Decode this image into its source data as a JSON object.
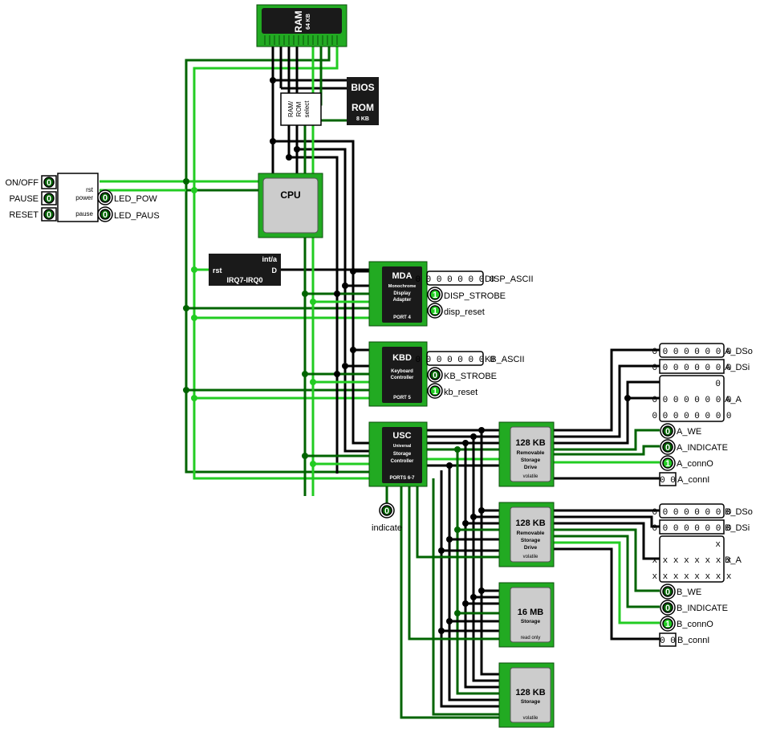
{
  "chips": {
    "ram": {
      "title": "RAM",
      "sub": "64 KB"
    },
    "bios": {
      "title": "BIOS"
    },
    "rom": {
      "title": "ROM",
      "sub": "8 KB"
    },
    "selector": {
      "l1": "RAM/",
      "l2": "ROM",
      "l3": "select"
    },
    "cpu": {
      "title": "CPU"
    },
    "irq": {
      "rst": "rst",
      "inta": "int/a",
      "d": "D",
      "title": "IRQ7-IRQ0"
    },
    "mda": {
      "title": "MDA",
      "l1": "Monochrome",
      "l2": "Display",
      "l3": "Adapter",
      "port": "PORT 4"
    },
    "kbd": {
      "title": "KBD",
      "l1": "Keyboard",
      "l2": "Controller",
      "port": "PORT 5"
    },
    "usc": {
      "title": "USC",
      "l1": "Universal",
      "l2": "Storage",
      "l3": "Controller",
      "port": "PORTS 6-7"
    },
    "driveA": {
      "title": "128 KB",
      "l1": "Removable",
      "l2": "Storage",
      "l3": "Drive",
      "foot": "volatile"
    },
    "driveB": {
      "title": "128 KB",
      "l1": "Removable",
      "l2": "Storage",
      "l3": "Drive",
      "foot": "volatile"
    },
    "disk16": {
      "title": "16 MB",
      "l1": "Storage",
      "foot": "read only"
    },
    "disk128": {
      "title": "128 KB",
      "l1": "Storage",
      "foot": "volatile"
    }
  },
  "power_ctrl": {
    "rst": "rst",
    "power": "power",
    "pause": "pause"
  },
  "inputs": [
    {
      "label": "ON/OFF",
      "value": "0"
    },
    {
      "label": "PAUSE",
      "value": "0"
    },
    {
      "label": "RESET",
      "value": "0"
    }
  ],
  "leds": {
    "pow": {
      "label": "LED_POW",
      "value": "0"
    },
    "paus": {
      "label": "LED_PAUS",
      "value": "0"
    }
  },
  "mda_io": {
    "ascii": {
      "value": "0 0 0 0 0 0 0 0",
      "label": "DISP_ASCII"
    },
    "strobe": {
      "value": "1",
      "label": "DISP_STROBE"
    },
    "reset": {
      "value": "1",
      "label": "disp_reset"
    }
  },
  "kbd_io": {
    "ascii": {
      "value": "0 0 0 0 0 0 0 0",
      "label": "KB_ASCII"
    },
    "strobe": {
      "value": "0",
      "label": "KB_STROBE"
    },
    "reset": {
      "value": "1",
      "label": "kb_reset"
    }
  },
  "indicate": {
    "value": "0",
    "label": "indicate"
  },
  "drive_a_io": {
    "dso": {
      "value": "0 0 0 0 0 0 0 0",
      "label": "A_DSo"
    },
    "dsi": {
      "value": "0 0 0 0 0 0 0 0",
      "label": "A_DSi"
    },
    "addr": {
      "r1": "0",
      "r2": "0 0 0 0 0 0 0 0",
      "r3": "0 0 0 0 0 0 0 0",
      "label": "A_A"
    },
    "we": {
      "value": "0",
      "label": "A_WE"
    },
    "ind": {
      "value": "0",
      "label": "A_INDICATE"
    },
    "conno": {
      "value": "1",
      "label": "A_connO"
    },
    "conni": {
      "value": "0 0",
      "label": "A_connI"
    }
  },
  "drive_b_io": {
    "dso": {
      "value": "0 0 0 0 0 0 0 0",
      "label": "B_DSo"
    },
    "dsi": {
      "value": "0 0 0 0 0 0 0 0",
      "label": "B_DSi"
    },
    "addr": {
      "r1": "x",
      "r2": "x x x x x x x x",
      "r3": "x x x x x x x x",
      "label": "B_A"
    },
    "we": {
      "value": "0",
      "label": "B_WE"
    },
    "ind": {
      "value": "0",
      "label": "B_INDICATE"
    },
    "conno": {
      "value": "1",
      "label": "B_connO"
    },
    "conni": {
      "value": "0 0",
      "label": "B_connI"
    }
  },
  "colors": {
    "wire_low": "#006400",
    "wire_high": "#22cc22",
    "bus": "#000000",
    "chip_body": "#1a1a1a",
    "chip_frame": "#22aa22"
  }
}
